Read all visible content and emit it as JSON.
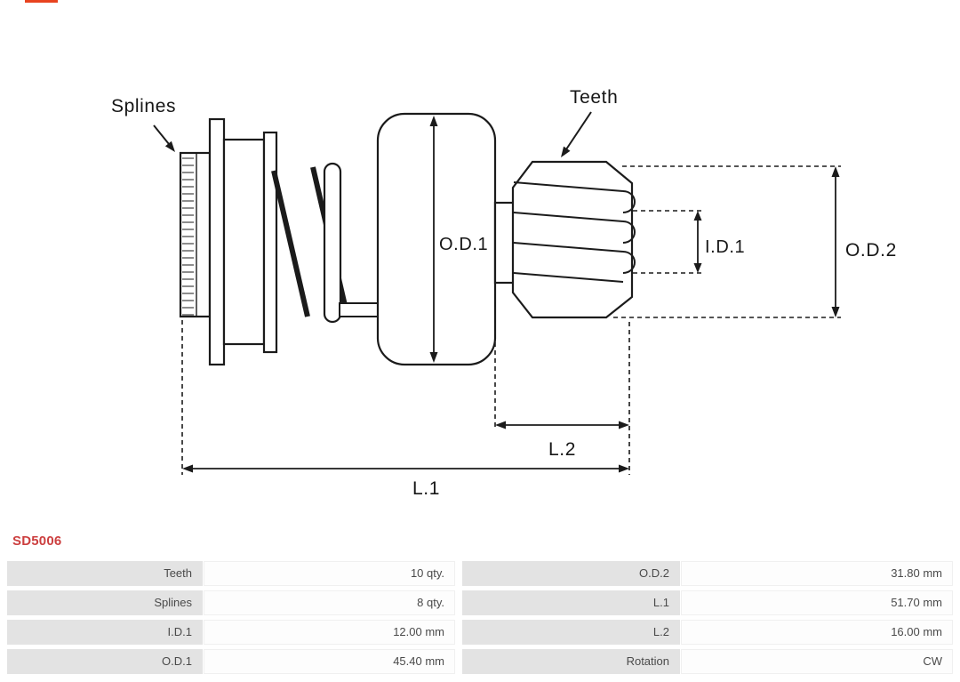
{
  "page": {
    "background": "#ffffff"
  },
  "brand": {
    "logo_accent_color": "#e8431f"
  },
  "part": {
    "number": "SD5006",
    "number_color": "#cc3f3f"
  },
  "diagram": {
    "type": "technical-line-drawing",
    "subject": "starter drive pinion with splined shaft, spring, clutch body and gear teeth",
    "line_color": "#1b1b1b",
    "labels": {
      "splines": "Splines",
      "teeth": "Teeth",
      "od1": "O.D.1",
      "id1": "I.D.1",
      "od2": "O.D.2",
      "l2": "L.2",
      "l1": "L.1"
    }
  },
  "spec_table": {
    "label_bg": "#e3e3e3",
    "value_bg": "#fdfdfd",
    "text_color": "#4a4a4a",
    "rows": [
      {
        "c": [
          "Teeth",
          "10 qty.",
          "O.D.2",
          "31.80 mm"
        ]
      },
      {
        "c": [
          "Splines",
          "8 qty.",
          "L.1",
          "51.70 mm"
        ]
      },
      {
        "c": [
          "I.D.1",
          "12.00 mm",
          "L.2",
          "16.00 mm"
        ]
      },
      {
        "c": [
          "O.D.1",
          "45.40 mm",
          "Rotation",
          "CW"
        ]
      }
    ]
  }
}
